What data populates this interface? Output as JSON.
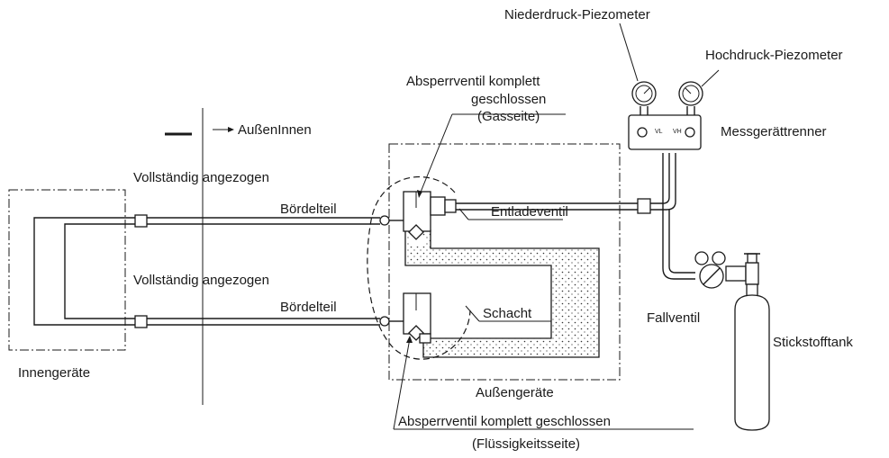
{
  "labels": {
    "niederdruck": "Niederdruck-Piezometer",
    "hochdruck": "Hochdruck-Piezometer",
    "absperr_gas_1": "Absperrventil komplett",
    "absperr_gas_2": "geschlossen",
    "absperr_gas_3": "(Gasseite)",
    "aussen_innen": "AußenInnen",
    "messgeraet": "Messgerättrenner",
    "angezogen_top": "Vollständig angezogen",
    "boerdel_top": "Bördelteil",
    "entladeventil": "Entladeventil",
    "angezogen_bottom": "Vollständig angezogen",
    "boerdel_bottom": "Bördelteil",
    "schacht": "Schacht",
    "fallventil": "Fallventil",
    "stickstofftank": "Stickstofftank",
    "innengeraete": "Innengeräte",
    "aussengeraete": "Außengeräte",
    "absperr_liquid_1": "Absperrventil komplett geschlossen",
    "absperr_liquid_2": "(Flüssigkeitsseite)",
    "gauge_vl": "VL",
    "gauge_vh": "VH"
  }
}
